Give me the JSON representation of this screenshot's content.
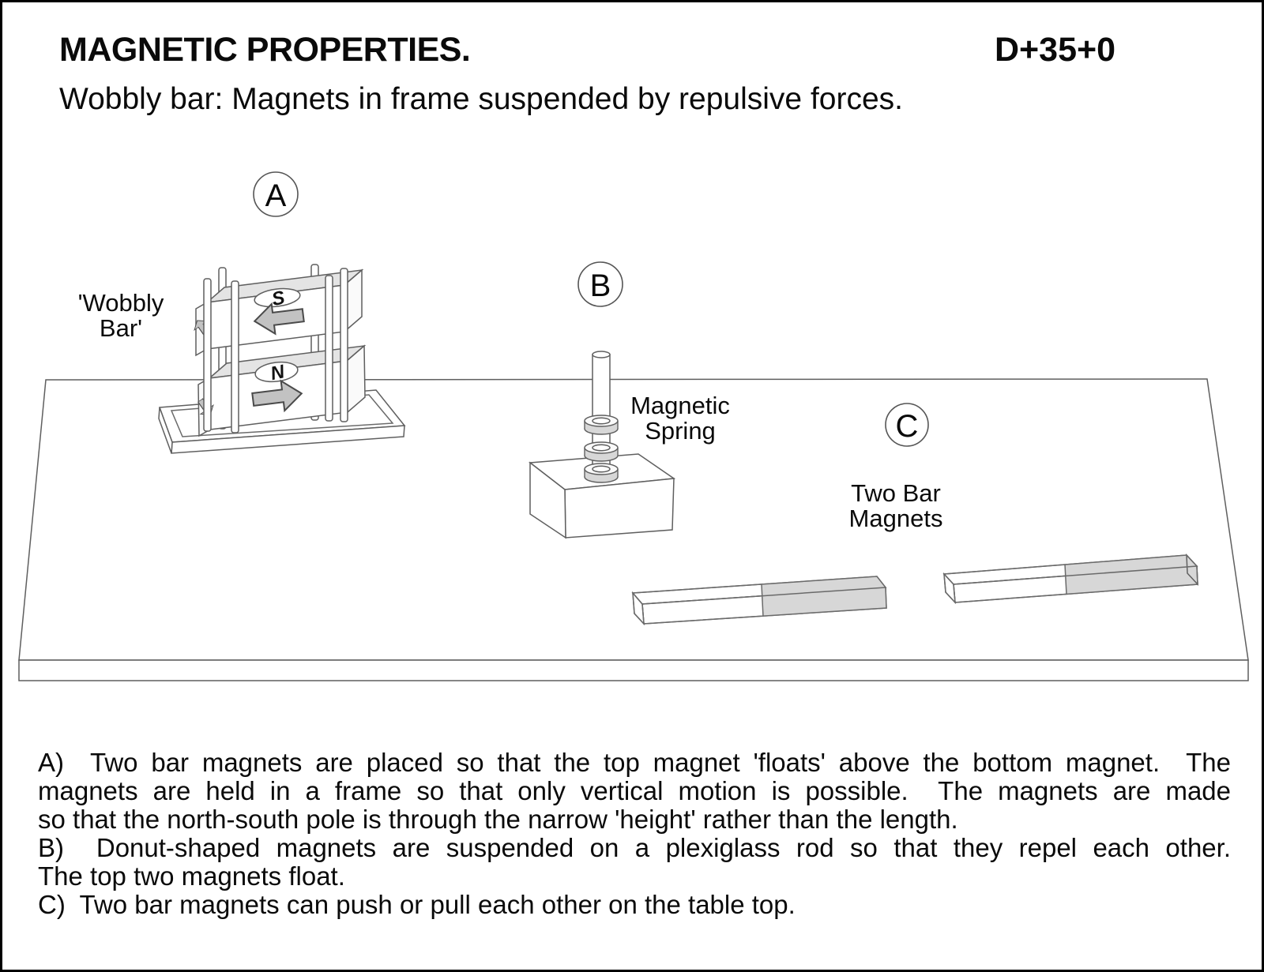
{
  "header": {
    "title": "MAGNETIC PROPERTIES.",
    "code": "D+35+0",
    "subtitle": "Wobbly bar: Magnets in frame suspended by repulsive forces."
  },
  "diagram": {
    "items": [
      {
        "id": "A",
        "label": "A",
        "caption_lines": [
          "'Wobbly",
          "Bar'"
        ]
      },
      {
        "id": "B",
        "label": "B",
        "caption_lines": [
          "Magnetic",
          "Spring"
        ]
      },
      {
        "id": "C",
        "label": "C",
        "caption_lines": [
          "Two Bar",
          "Magnets"
        ]
      }
    ],
    "magnet_marks": {
      "top_pole": "S",
      "bottom_pole": "N"
    },
    "colors": {
      "line": "#6a6a6a",
      "magnet_top_gray": "#e4e4e4",
      "shade_gray": "#d7d7d7",
      "arrow_gray": "#c2c2c2",
      "text": "#0a0a0a"
    }
  },
  "description": {
    "lines": [
      "A)  Two bar magnets are placed so that the top magnet 'floats' above the bottom magnet.  The",
      "magnets are held in a frame so that only vertical motion is possible.  The magnets are made",
      "so that the north-south pole is through the narrow 'height' rather than the length.",
      "B)  Donut-shaped magnets are suspended on a plexiglass rod so that they repel each other.",
      "The top two magnets float.",
      "C)  Two bar magnets can push or pull each other on the table top."
    ]
  }
}
